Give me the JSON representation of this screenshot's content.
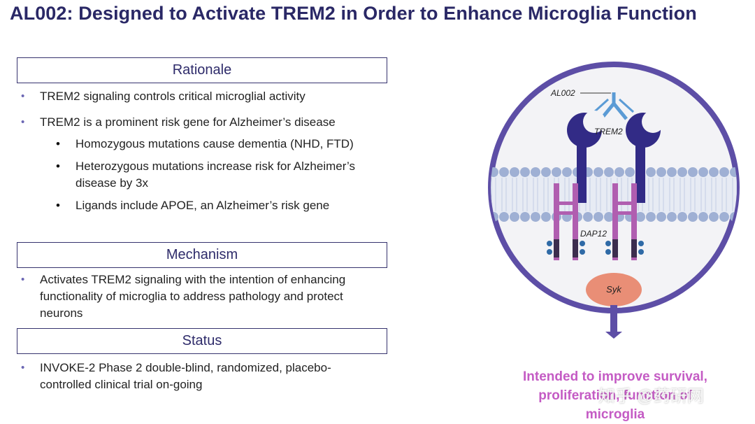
{
  "title": "AL002: Designed to Activate TREM2 in Order to Enhance Microglia Function",
  "rationale": {
    "heading": "Rationale",
    "bullets": [
      "TREM2 signaling controls critical microglial activity",
      "TREM2 is a prominent risk gene for Alzheimer’s disease"
    ],
    "sub_bullets": [
      "Homozygous mutations cause dementia (NHD, FTD)",
      "Heterozygous mutations increase risk for Alzheimer’s disease by 3x",
      "Ligands include APOE, an Alzheimer’s risk gene"
    ]
  },
  "mechanism": {
    "heading": "Mechanism",
    "bullets": [
      "Activates TREM2 signaling with the intention of enhancing functionality of microglia to address pathology and protect neurons"
    ]
  },
  "status": {
    "heading": "Status",
    "bullets": [
      "INVOKE-2 Phase 2 double-blind, randomized, placebo-controlled clinical trial on-going"
    ]
  },
  "diagram": {
    "labels": {
      "antibody": "AL002",
      "receptor": "TREM2",
      "adaptor": "DAP12",
      "kinase": "Syk"
    },
    "colors": {
      "circle_border": "#5d4ea6",
      "circle_fill": "#f3f3f6",
      "receptor": "#322b86",
      "antibody": "#5b9bd5",
      "membrane": "#9fb0d4",
      "dap12": "#b05eb0",
      "syk": "#e98e76"
    }
  },
  "caption": "Intended to improve survival, proliferation, function of microglia",
  "watermark": "知乎 @药研网"
}
